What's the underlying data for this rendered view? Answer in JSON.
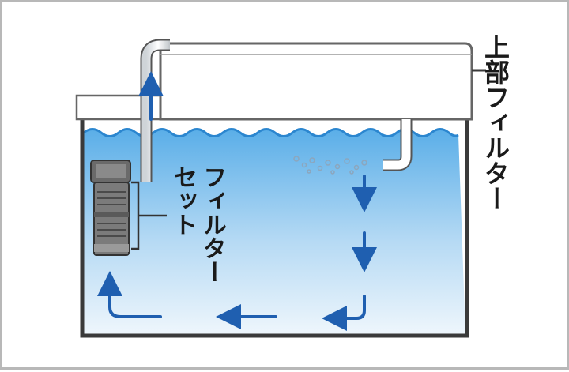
{
  "labels": {
    "top_filter": "上部フィルター",
    "filter_set_line1": "セット",
    "filter_set_line2": "フィルター"
  },
  "colors": {
    "water_top": "#5aaee8",
    "water_bottom": "#eef6fc",
    "flow_arrow": "#1f5fb0",
    "tank_outline": "#3a3a3a",
    "frame_border": "#b8b8b8"
  },
  "icons": {
    "flow_arrows": "arrow-icon",
    "bubbles": "bubbles-icon"
  }
}
